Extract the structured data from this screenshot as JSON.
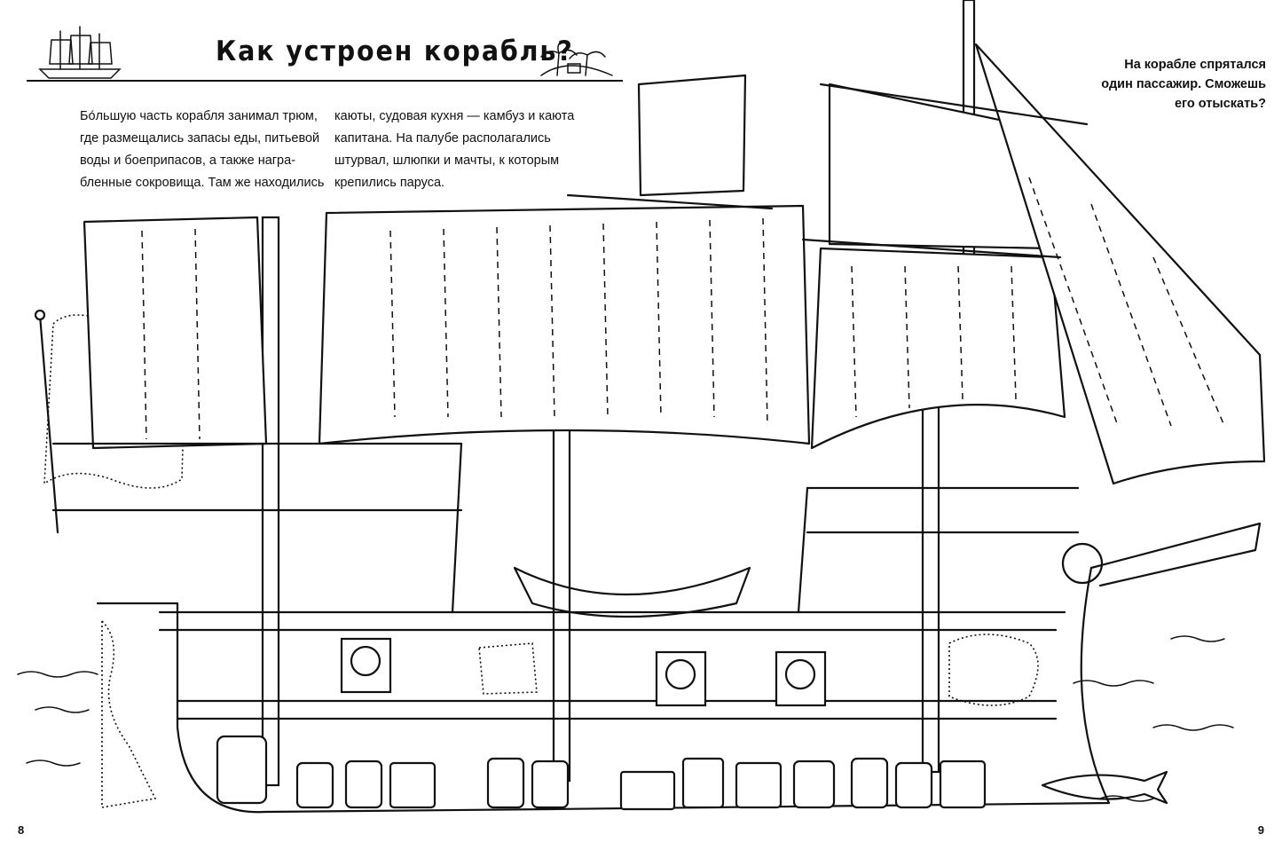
{
  "title": "Как устроен корабль?",
  "intro": {
    "col1": [
      "Бо́льшую часть корабля занимал трюм,",
      "где размещались запасы еды, питьевой",
      "воды и боеприпасов, а также награ-",
      "бленные сокровища. Там же находились"
    ],
    "col2": [
      "каюты, судовая кухня — камбуз и каюта",
      "капитана. На палубе располагались",
      "штурвал, шлюпки и мачты, к которым",
      "крепились паруса."
    ]
  },
  "hint": [
    "На корабле спрятался",
    "один  пассажир. Сможешь",
    "его отыскать?"
  ],
  "page_left": "8",
  "page_right": "9"
}
